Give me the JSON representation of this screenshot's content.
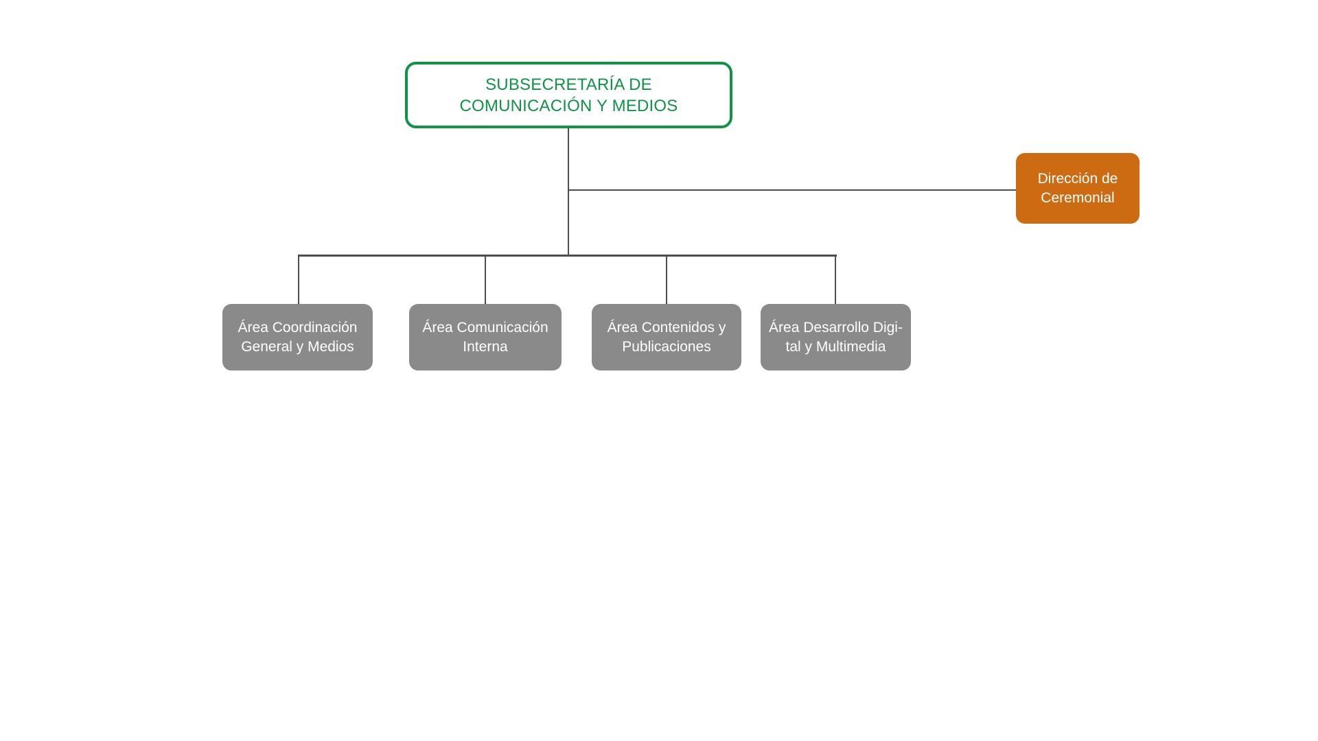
{
  "page": {
    "background": "#FFFFFF"
  },
  "org_chart": {
    "colors": {
      "root_green": "#0F9347",
      "side_orange": "#CC6B12",
      "child_gray": "#8A8A8A",
      "connector": "#4D4D4D",
      "node_text_light": "#FFFFFF"
    },
    "root_node": {
      "line1": "SUBSECRETARÍA DE",
      "line2": "COMUNICACIÓN Y MEDIOS"
    },
    "side_node": {
      "line1": "Dirección de",
      "line2": "Ceremonial"
    },
    "child_nodes": [
      {
        "line1": "Área Coordinación",
        "line2": "General y Medios"
      },
      {
        "line1": "Área Comunicación",
        "line2": "Interna"
      },
      {
        "line1": "Área Contenidos y",
        "line2": "Publicaciones"
      },
      {
        "line1": "Área Desarrollo Digi-",
        "line2": "tal y Multimedia"
      }
    ]
  }
}
